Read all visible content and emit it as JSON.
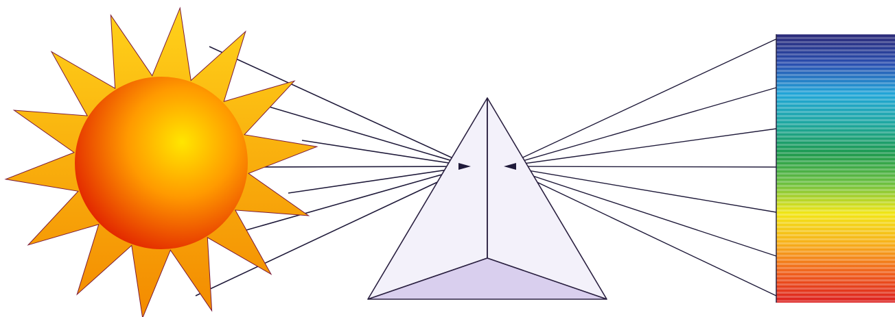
{
  "diagram": {
    "elements": [
      {
        "id": "sun",
        "icon": "sun-icon",
        "colors": {
          "core_light": "#ffe600",
          "core_mid": "#ff9a00",
          "core_dark": "#e01e00",
          "ray_light": "#ffd21a",
          "ray_dark": "#f38a00",
          "ray_outline": "#7a1a3a"
        }
      },
      {
        "id": "prism",
        "icon": "prism-icon",
        "colors": {
          "face": "#f3f1fa",
          "base": "#d9cfee",
          "outline": "#2a2040"
        }
      },
      {
        "id": "spectrum",
        "icon": "spectrum-bar-icon",
        "colors": [
          "#2b2a78",
          "#2a4fb0",
          "#22a6d8",
          "#1fa7a0",
          "#1d9a4e",
          "#6cc040",
          "#f2e616",
          "#f7b11a",
          "#f0601c",
          "#dc1e1e"
        ]
      }
    ],
    "beams": {
      "incoming_count": 7,
      "outgoing_count": 7,
      "line_color": "#1f1a3a"
    }
  }
}
